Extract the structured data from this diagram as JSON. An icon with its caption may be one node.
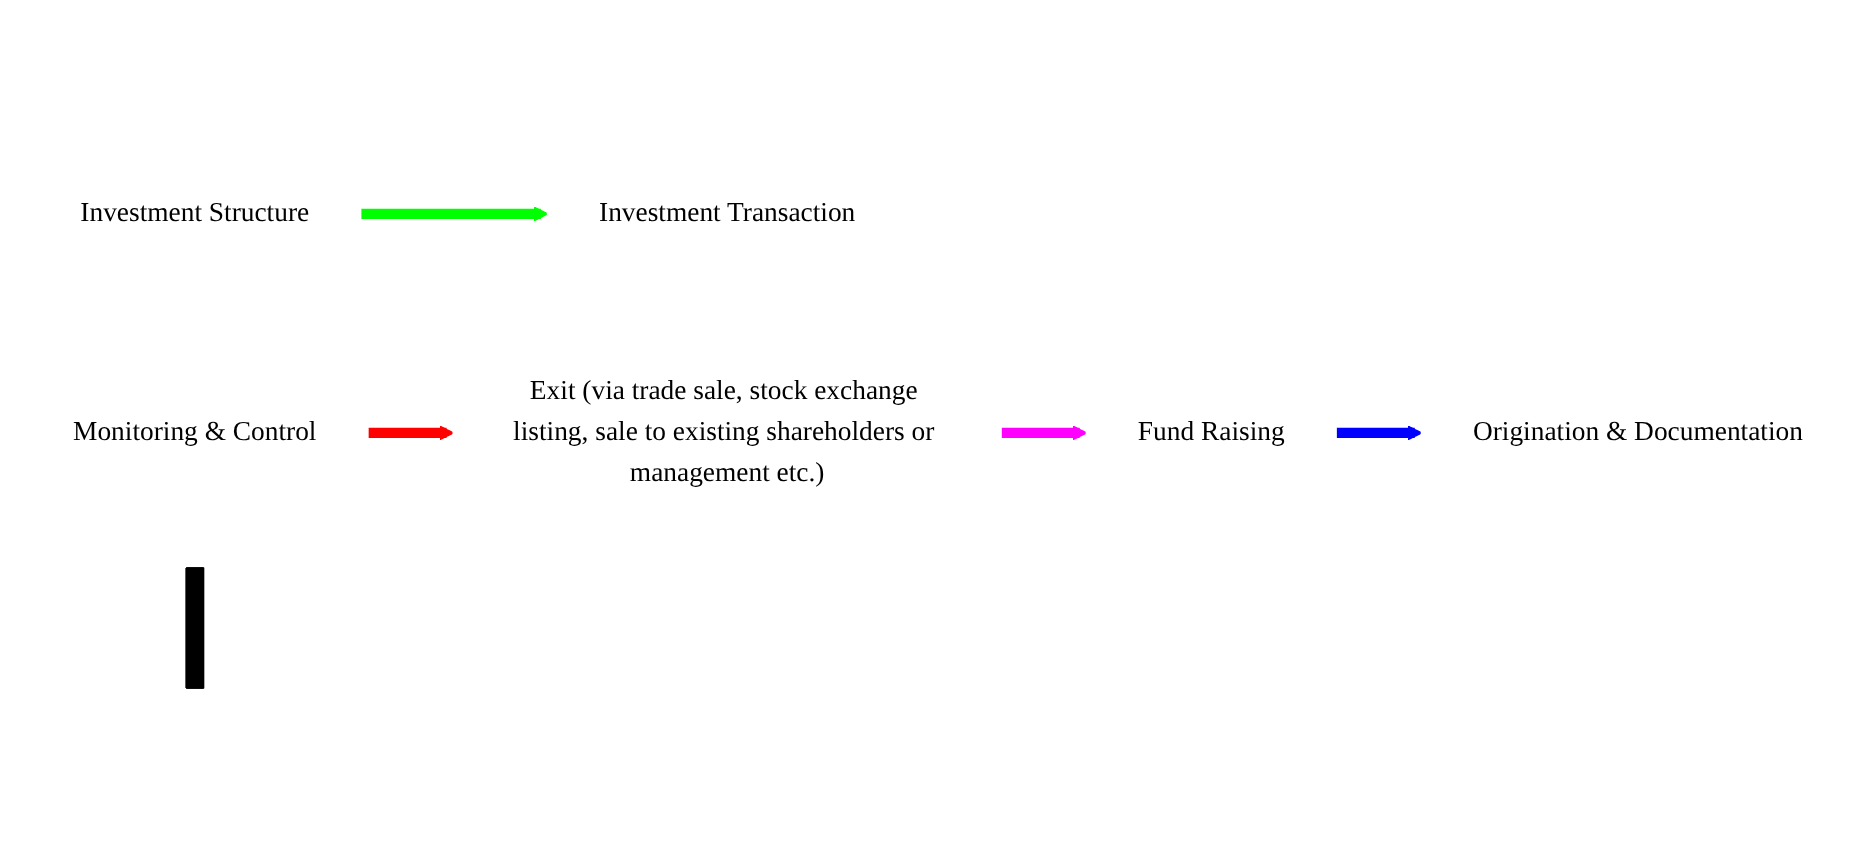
{
  "diagram": {
    "nodes": [
      {
        "text": [
          "Fund Raising"
        ]
      },
      {
        "text": [
          "Origination & Documentation"
        ]
      },
      {
        "text": [
          "Investment Structure"
        ]
      },
      {
        "text": [
          "Investment Transaction"
        ]
      },
      {
        "text": [
          "Monitoring & Control"
        ]
      },
      {
        "text": [
          "Exit (via trade sale, stock exchange listing, sale to existing shareholders or management etc.)"
        ]
      },
      {
        "text": [],
        "shape": "bar"
      }
    ],
    "edges": [
      {
        "from": 0,
        "to": 1,
        "arrow": "to",
        "color": "#0000ff"
      },
      {
        "from": 2,
        "to": 3,
        "arrow": "to",
        "color": "#00ff00"
      },
      {
        "from": 4,
        "to": 5,
        "arrow": "to",
        "color": "#ff0000"
      },
      {
        "from": 5,
        "to": 0,
        "arrow": "to",
        "color": "#ff00ff"
      }
    ]
  }
}
